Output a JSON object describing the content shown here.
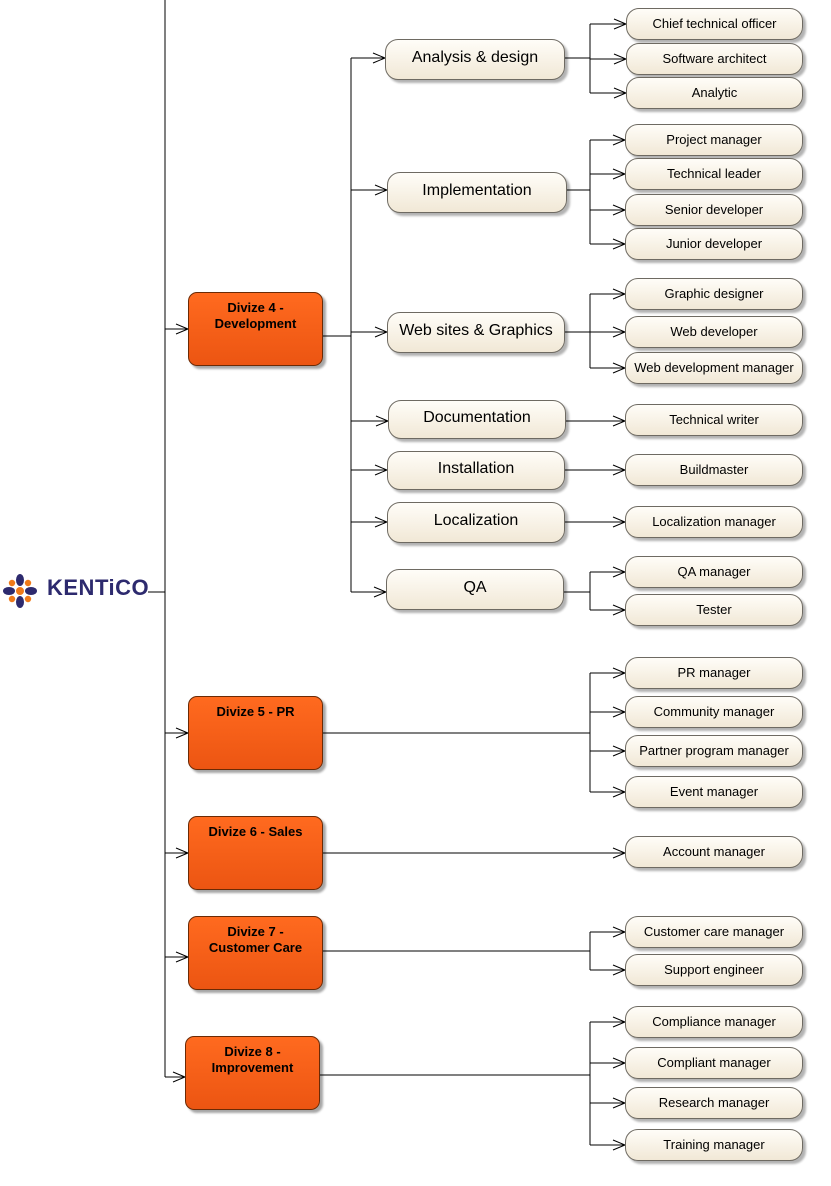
{
  "logo": {
    "text": "KENTiCO",
    "icon": "kentico-flower-logo",
    "colors": {
      "petal": "#2d2a6e",
      "dot": "#f07a1a",
      "text": "#2d2a6e"
    }
  },
  "colors": {
    "division_fill": "#f05a17",
    "node_fill": "#f6efe2",
    "line": "#000000"
  },
  "divisions": [
    {
      "id": "d4",
      "label": "Divize 4 -\nDevelopment",
      "areas": [
        {
          "id": "a_analysis",
          "label": "Analysis & design",
          "roles": [
            "Chief technical officer",
            "Software architect",
            "Analytic"
          ]
        },
        {
          "id": "a_impl",
          "label": "Implementation",
          "roles": [
            "Project manager",
            "Technical leader",
            "Senior developer",
            "Junior developer"
          ]
        },
        {
          "id": "a_web",
          "label": "Web sites & Graphics",
          "roles": [
            "Graphic designer",
            "Web developer",
            "Web development manager"
          ]
        },
        {
          "id": "a_doc",
          "label": "Documentation",
          "roles": [
            "Technical writer"
          ]
        },
        {
          "id": "a_inst",
          "label": "Installation",
          "roles": [
            "Buildmaster"
          ]
        },
        {
          "id": "a_loc",
          "label": "Localization",
          "roles": [
            "Localization manager"
          ]
        },
        {
          "id": "a_qa",
          "label": "QA",
          "roles": [
            "QA manager",
            "Tester"
          ]
        }
      ]
    },
    {
      "id": "d5",
      "label": "Divize 5 - PR",
      "roles": [
        "PR manager",
        "Community manager",
        "Partner program manager",
        "Event manager"
      ]
    },
    {
      "id": "d6",
      "label": "Divize 6 - Sales",
      "roles": [
        "Account manager"
      ]
    },
    {
      "id": "d7",
      "label": "Divize 7 -\nCustomer Care",
      "roles": [
        "Customer care manager",
        "Support engineer"
      ]
    },
    {
      "id": "d8",
      "label": "Divize 8 -\nImprovement",
      "roles": [
        "Compliance manager",
        "Compliant manager",
        "Research manager",
        "Training manager"
      ]
    }
  ]
}
